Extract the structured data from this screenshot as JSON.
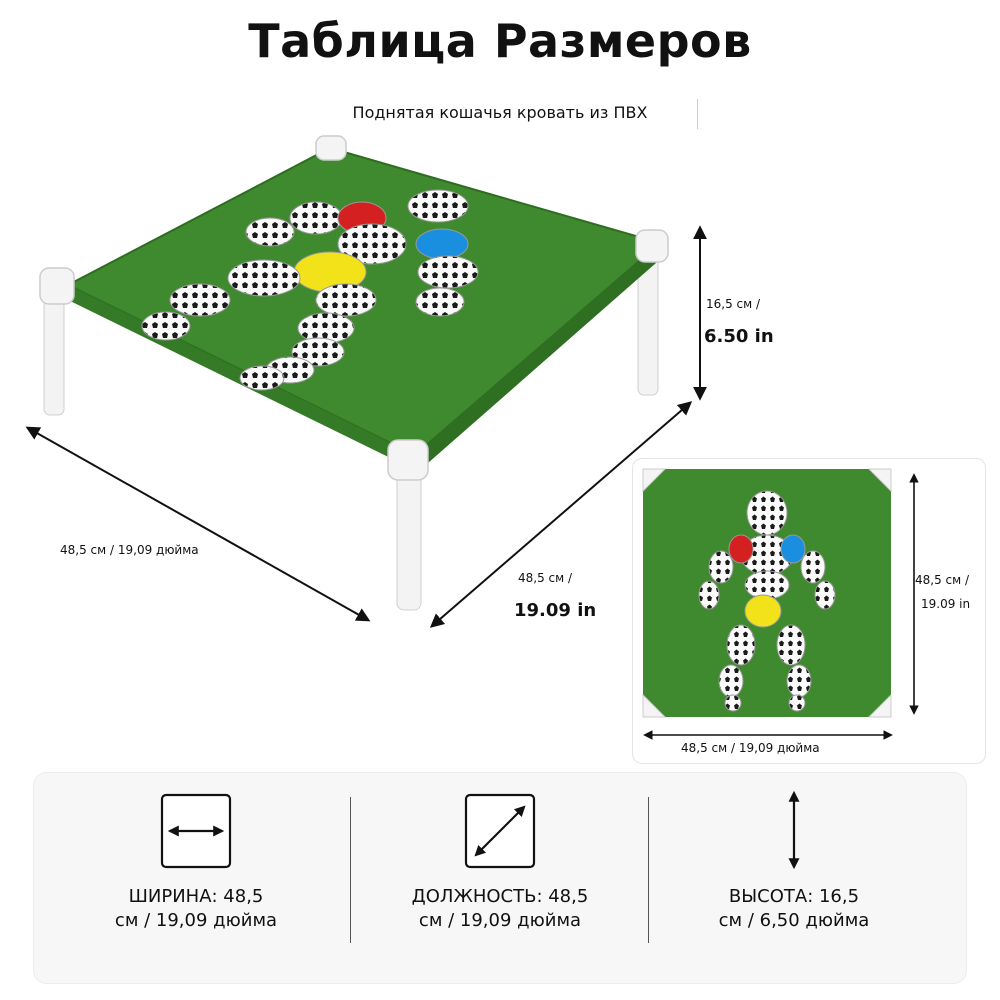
{
  "header": {
    "title": "Таблица Размеров",
    "subtitle": "Поднятая кошачья кровать из ПВХ"
  },
  "main_view": {
    "height_label_small": "16,5 см /",
    "height_label_big": "6.50 in",
    "length_label": "48,5 см / 19,09 дюйма",
    "depth_label_small": "48,5 см /",
    "depth_label_big": "19.09 in"
  },
  "top_view": {
    "side_label_line1": "48,5 см /",
    "side_label_line2": "19.09 in",
    "bottom_label": "48,5 см / 19,09 дюйма"
  },
  "features": [
    {
      "icon": "horizontal-arrow-icon",
      "line1": "ШИРИНА: 48,5",
      "line2": "см / 19,09 дюйма"
    },
    {
      "icon": "diagonal-arrow-icon",
      "line1": "ДОЛЖНОСТЬ: 48,5",
      "line2": "см / 19,09 дюйма"
    },
    {
      "icon": "vertical-arrow-icon",
      "line1": "ВЫСОТА: 16,5",
      "line2": "см / 6,50 дюйма"
    }
  ],
  "colors": {
    "fabric_green": "#3f8a2e",
    "frame_white": "#f2f2f2",
    "accent_red": "#d42020",
    "accent_blue": "#1a8fe0",
    "accent_yellow": "#f2e21a"
  }
}
